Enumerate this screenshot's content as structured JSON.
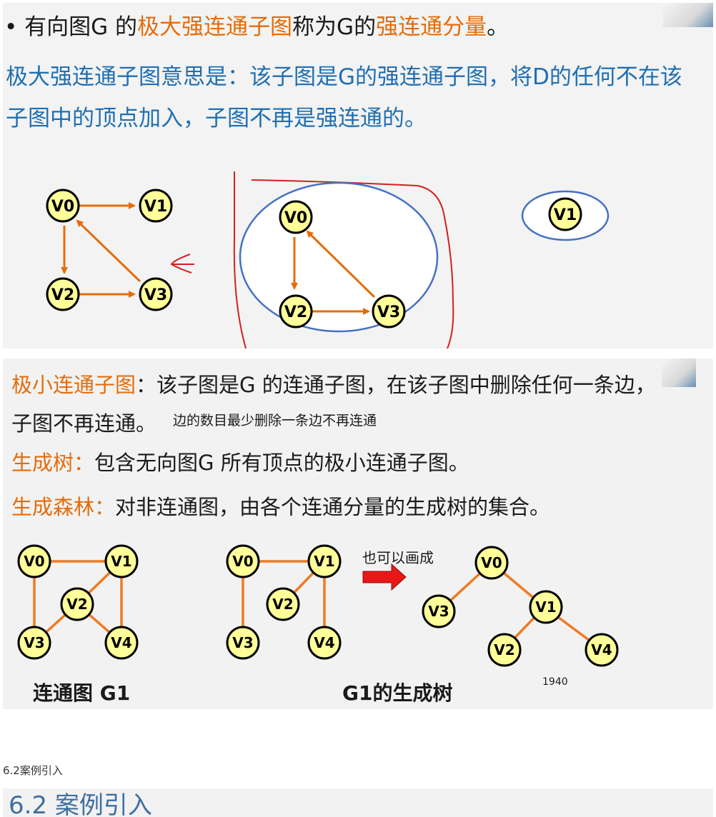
{
  "slide1": {
    "bullet": "•",
    "line1_a": "有向图G 的",
    "line1_b": "极大强连通子图",
    "line1_c": "称为G的",
    "line1_d": "强连通分量",
    "line1_e": "。",
    "line2": "极大强连通子图意思是：该子图是G的强连通子图，将D的任何不在该",
    "line3": "子图中的顶点加入，子图不再是强连通的。",
    "left_graph": {
      "nodes": [
        "V0",
        "V1",
        "V2",
        "V3"
      ]
    },
    "middle_graph": {
      "nodes": [
        "V0",
        "V2",
        "V3"
      ]
    },
    "right_graph": {
      "nodes": [
        "V1"
      ]
    }
  },
  "slide2": {
    "line1_term": "极小连通子图",
    "line1_rest": "：该子图是G 的连通子图，在该子图中删除任何一条边，",
    "line2": "子图不再连通。",
    "note": "边的数目最少删除一条边不再连通",
    "line3_term": "生成树：",
    "line3_rest": "包含无向图G 所有顶点的极小连通子图。",
    "line4_term": "生成森林：",
    "line4_rest": "对非连通图，由各个连通分量的生成树的集合。",
    "g1": {
      "nodes": [
        "V0",
        "V1",
        "V2",
        "V3",
        "V4"
      ],
      "caption": "连通图 G1"
    },
    "tree": {
      "nodes": [
        "V0",
        "V1",
        "V2",
        "V3",
        "V4"
      ]
    },
    "tree_caption": "G1的生成树",
    "arrow_note": "也可以画成",
    "alt_tree": {
      "nodes": [
        "V0",
        "V1",
        "V2",
        "V3",
        "V4"
      ]
    },
    "number_label": "1940"
  },
  "section_text": "6.2案例引入",
  "slide3": {
    "title": "6.2 案例引入"
  },
  "colors": {
    "orange": "#e46c0a",
    "blue_text": "#1f6fb2",
    "node_fill": "#ffff99",
    "ellipse_stroke": "#4472c4",
    "annotation_red": "#d42020"
  }
}
